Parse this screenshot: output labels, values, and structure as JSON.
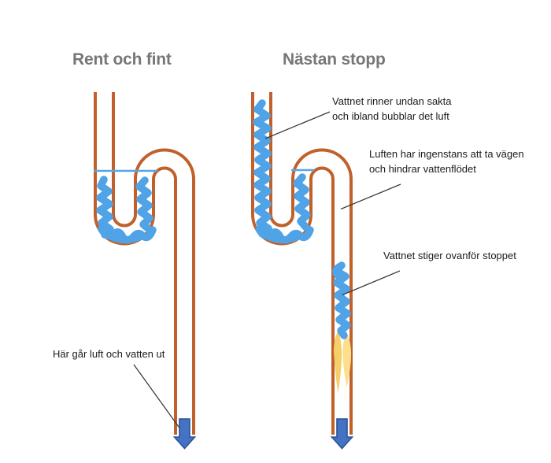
{
  "headings": {
    "left": "Rent och fint",
    "right": "Nästan stopp"
  },
  "annotations": {
    "water_drains_slowly": {
      "line1": "Vattnet rinner undan sakta",
      "line2": "och ibland bubblar det luft"
    },
    "air_trapped": {
      "line1": "Luften har ingenstans att ta vägen",
      "line2": "och hindrar vattenflödet"
    },
    "water_rises": {
      "line1": "Vattnet stiger ovanför stoppet"
    },
    "outlet": {
      "line1": "Här går luft och vatten ut"
    }
  },
  "icons": {
    "left_flow_arrow": "down-block-arrow",
    "right_flow_arrow": "down-block-arrow"
  },
  "colors": {
    "background": "#FFFFFF",
    "pipe": "#C1602A",
    "water": "#4FA3E6",
    "water_line": "#55A7E4",
    "arrow_fill": "#4472C4",
    "arrow_outline": "#2E5395",
    "clog_dark": "#F5CF67",
    "clog_light": "#FBDF8C",
    "heading": "#767676",
    "text": "#1B1B1B",
    "pointer_line": "#3D3D3D"
  }
}
